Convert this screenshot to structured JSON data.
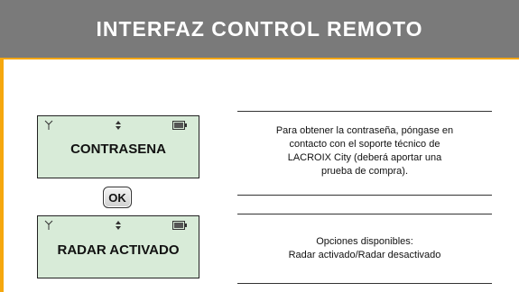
{
  "header": {
    "title": "INTERFAZ CONTROL REMOTO"
  },
  "colors": {
    "header_bg": "#7a7a7a",
    "accent": "#f5a70e",
    "lcd_bg": "#d8ebd8"
  },
  "screens": [
    {
      "message": "CONTRASENA",
      "icons": [
        "antenna-icon",
        "up-down-arrows-icon",
        "battery-icon"
      ]
    },
    {
      "message": "RADAR ACTIVADO",
      "icons": [
        "antenna-icon",
        "up-down-arrows-icon",
        "battery-icon"
      ]
    }
  ],
  "ok_button": {
    "label": "OK"
  },
  "descriptions": [
    {
      "lines": [
        "Para obtener la contraseña, póngase en",
        "contacto con el soporte técnico de",
        "LACROIX City (deberá aportar una",
        "prueba de compra)."
      ]
    },
    {
      "lines": [
        "Opciones disponibles:",
        "Radar activado/Radar desactivado"
      ]
    }
  ]
}
